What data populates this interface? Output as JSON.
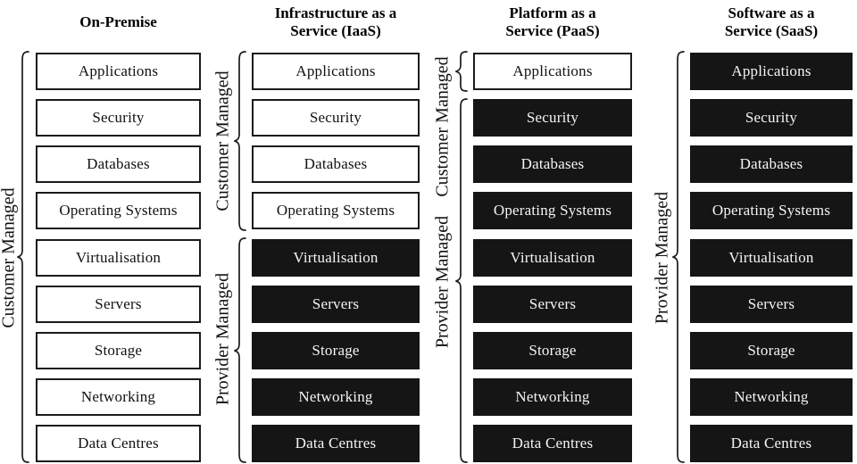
{
  "diagram": {
    "type": "cloud-service-models-stack-comparison",
    "layers": [
      "Applications",
      "Security",
      "Databases",
      "Operating Systems",
      "Virtualisation",
      "Servers",
      "Storage",
      "Networking",
      "Data Centres"
    ],
    "legend": {
      "customer_label": "Customer Managed",
      "provider_label": "Provider Managed",
      "customer_style": "white box, black border, black text",
      "provider_style": "black box, white text"
    }
  },
  "colors": {
    "background": "#ffffff",
    "customer_box": "#ffffff",
    "provider_box": "#151515",
    "box_border": "#1b1b1b",
    "customer_text": "#111111",
    "provider_text": "#f5f5f5"
  },
  "columns": [
    {
      "id": "on-premise",
      "header_lines": [
        "On-Premise"
      ],
      "boxes": [
        {
          "label": "Applications",
          "managed": "customer"
        },
        {
          "label": "Security",
          "managed": "customer"
        },
        {
          "label": "Databases",
          "managed": "customer"
        },
        {
          "label": "Operating Systems",
          "managed": "customer"
        },
        {
          "label": "Virtualisation",
          "managed": "customer"
        },
        {
          "label": "Servers",
          "managed": "customer"
        },
        {
          "label": "Storage",
          "managed": "customer"
        },
        {
          "label": "Networking",
          "managed": "customer"
        },
        {
          "label": "Data Centres",
          "managed": "customer"
        }
      ],
      "brackets": [
        {
          "label": "Customer Managed",
          "from_layer": "Applications",
          "to_layer": "Data Centres"
        }
      ]
    },
    {
      "id": "iaas",
      "header_lines": [
        "Infrastructure as a",
        "Service (IaaS)"
      ],
      "boxes": [
        {
          "label": "Applications",
          "managed": "customer"
        },
        {
          "label": "Security",
          "managed": "customer"
        },
        {
          "label": "Databases",
          "managed": "customer"
        },
        {
          "label": "Operating Systems",
          "managed": "customer"
        },
        {
          "label": "Virtualisation",
          "managed": "provider"
        },
        {
          "label": "Servers",
          "managed": "provider"
        },
        {
          "label": "Storage",
          "managed": "provider"
        },
        {
          "label": "Networking",
          "managed": "provider"
        },
        {
          "label": "Data Centres",
          "managed": "provider"
        }
      ],
      "brackets": [
        {
          "label": "Customer Managed",
          "from_layer": "Applications",
          "to_layer": "Operating Systems"
        },
        {
          "label": "Provider Managed",
          "from_layer": "Virtualisation",
          "to_layer": "Data Centres"
        }
      ]
    },
    {
      "id": "paas",
      "header_lines": [
        "Platform as a",
        "Service (PaaS)"
      ],
      "boxes": [
        {
          "label": "Applications",
          "managed": "customer"
        },
        {
          "label": "Security",
          "managed": "provider"
        },
        {
          "label": "Databases",
          "managed": "provider"
        },
        {
          "label": "Operating Systems",
          "managed": "provider"
        },
        {
          "label": "Virtualisation",
          "managed": "provider"
        },
        {
          "label": "Servers",
          "managed": "provider"
        },
        {
          "label": "Storage",
          "managed": "provider"
        },
        {
          "label": "Networking",
          "managed": "provider"
        },
        {
          "label": "Data Centres",
          "managed": "provider"
        }
      ],
      "brackets": [
        {
          "label": "Customer Managed",
          "from_layer": "Applications",
          "to_layer": "Applications"
        },
        {
          "label": "Provider Managed",
          "from_layer": "Security",
          "to_layer": "Data Centres"
        }
      ]
    },
    {
      "id": "saas",
      "header_lines": [
        "Software as a",
        "Service (SaaS)"
      ],
      "boxes": [
        {
          "label": "Applications",
          "managed": "provider"
        },
        {
          "label": "Security",
          "managed": "provider"
        },
        {
          "label": "Databases",
          "managed": "provider"
        },
        {
          "label": "Operating Systems",
          "managed": "provider"
        },
        {
          "label": "Virtualisation",
          "managed": "provider"
        },
        {
          "label": "Servers",
          "managed": "provider"
        },
        {
          "label": "Storage",
          "managed": "provider"
        },
        {
          "label": "Networking",
          "managed": "provider"
        },
        {
          "label": "Data Centres",
          "managed": "provider"
        }
      ],
      "brackets": [
        {
          "label": "Provider Managed",
          "from_layer": "Applications",
          "to_layer": "Data Centres"
        }
      ]
    }
  ]
}
